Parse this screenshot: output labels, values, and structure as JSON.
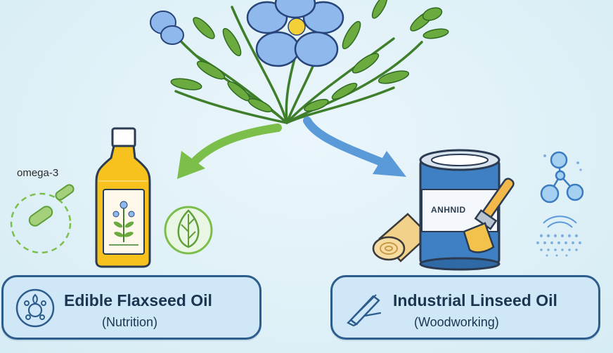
{
  "left": {
    "title": "Edible Flaxseed Oil",
    "subtitle": "(Nutrition)",
    "side_label": "omega-3"
  },
  "right": {
    "title": "Industrial Linseed Oil",
    "subtitle": "(Woodworking)",
    "can_label": "ANHNID"
  },
  "icons": {
    "left_card": "nutrition-molecule-icon",
    "right_card": "woodworking-chisel-icon"
  },
  "colors": {
    "flower": "#8fb8ec",
    "leaf": "#5f9f3a",
    "arrow_left": "#7bbf4a",
    "arrow_right": "#5a9ad8",
    "oil": "#f7c21e",
    "can": "#3f7fc3",
    "card_border": "#2c5d8c",
    "card_fill": "#cfe7f6"
  }
}
